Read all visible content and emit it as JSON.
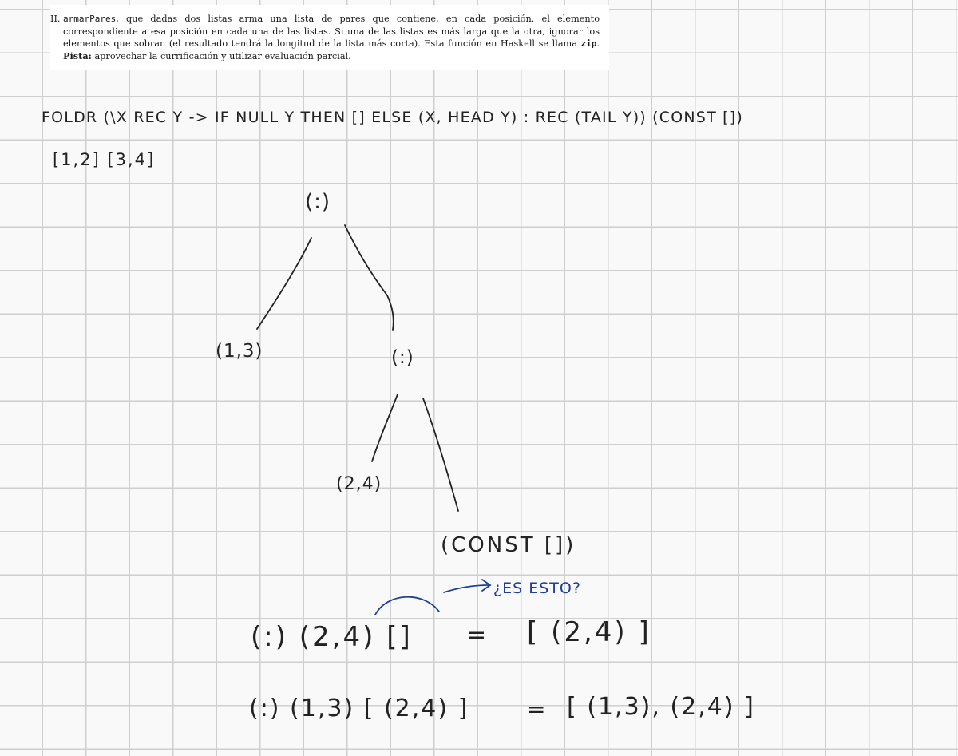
{
  "problem": {
    "number": "II.",
    "function_name": "armarPares",
    "text_1": ", que dadas dos listas arma una lista de pares que contiene, en cada posición, el elemento correspondiente a esa posición en cada una de las listas. Si una de las listas es más larga que la otra, ignorar los elementos que sobran (el resultado tendrá la longitud de la lista más corta). Esta función en Haskell se llama ",
    "haskell_name": "zip",
    "text_2": ". ",
    "hint_label": "Pista:",
    "hint_text": " aprovechar la currificación y utilizar evaluación parcial."
  },
  "notes": {
    "line_1": "FOLDR (\\X REC Y -> IF NULL Y THEN [] ELSE (X, HEAD Y) : REC (TAIL Y)) (CONST [])",
    "line_2": "[1,2] [3,4]",
    "tree": {
      "root": "(:)",
      "left_leaf": "(1,3)",
      "inner": "(:)",
      "inner_left": "(2,4)",
      "inner_right": "(CONST [])"
    },
    "question": "¿ES ESTO?",
    "eq_1_left": "(:) (2,4) []",
    "eq_1_eq": "=",
    "eq_1_right": "[ (2,4) ]",
    "eq_2_left": "(:) (1,3) [ (2,4) ]",
    "eq_2_eq": "=",
    "eq_2_right": "[ (1,3), (2,4) ]"
  },
  "colors": {
    "ink": "#222222",
    "pen_blue": "#1d3f9a",
    "grid": "#cfcfcf"
  }
}
